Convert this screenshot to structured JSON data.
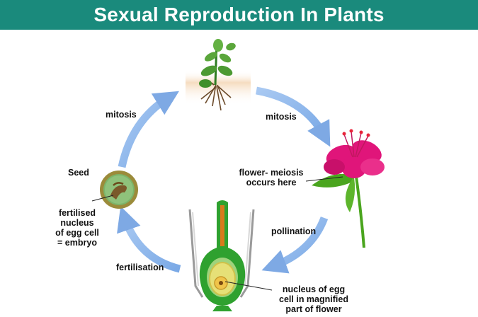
{
  "title": "Sexual Reproduction In Plants",
  "colors": {
    "title_bar": "#1a8a7c",
    "arrow": "#8fb8ec",
    "flower": "#e0157a",
    "stem": "#4aa51e",
    "ovary": "#2fa12f",
    "seed": "#9b8b3a"
  },
  "labels": {
    "mitosis_left": "mitosis",
    "mitosis_right": "mitosis",
    "flower_meiosis_1": "flower- meiosis",
    "flower_meiosis_2": "occurs here",
    "pollination": "pollination",
    "fertilisation": "fertilisation",
    "seed": "Seed",
    "embryo_1": "fertilised",
    "embryo_2": "nucleus",
    "embryo_3": "of egg cell",
    "embryo_4": "= embryo",
    "egg_1": "nucleus of egg",
    "egg_2": "cell in magnified",
    "egg_3": "part of flower"
  },
  "icons": [
    "seedling-icon",
    "flower-icon",
    "ovary-icon",
    "seed-icon",
    "cycle-arrow-icon"
  ]
}
